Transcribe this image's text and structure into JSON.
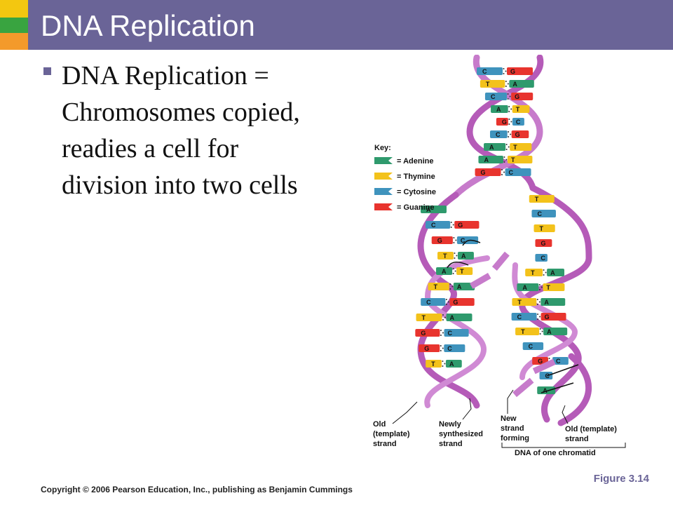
{
  "slide": {
    "title": "DNA Replication",
    "bullet_lines": [
      "DNA Replication =",
      "Chromosomes copied,",
      "readies a cell for",
      "division into two cells"
    ]
  },
  "figure": {
    "key": {
      "title": "Key:",
      "items": [
        {
          "label": "= Adenine",
          "letter": "A",
          "color": "#2f9a6d"
        },
        {
          "label": "= Thymine",
          "letter": "T",
          "color": "#f3c21b"
        },
        {
          "label": "= Cytosine",
          "letter": "C",
          "color": "#3f93bd"
        },
        {
          "label": "= Guanine",
          "letter": "G",
          "color": "#e8342e"
        }
      ]
    },
    "labels": {
      "old_template_left": [
        "Old",
        "(template)",
        "strand"
      ],
      "newly_synthesized": [
        "Newly",
        "synthesized",
        "strand"
      ],
      "new_strand_forming": [
        "New",
        "strand",
        "forming"
      ],
      "old_template_right": [
        "Old (template)",
        "strand"
      ],
      "chromatid": "DNA of one chromatid"
    },
    "strand_color": "#b55bb8",
    "top_pairs": [
      [
        "C",
        "G"
      ],
      [
        "T",
        "A"
      ],
      [
        "C",
        "G"
      ],
      [
        "A",
        "T"
      ],
      [
        "G",
        "C"
      ],
      [
        "C",
        "G"
      ],
      [
        "A",
        "T"
      ],
      [
        "A",
        "T"
      ],
      [
        "G",
        "C"
      ]
    ],
    "left_pairs": [
      [
        "A",
        ""
      ],
      [
        "C",
        "G"
      ],
      [
        "G",
        "C"
      ],
      [
        "T",
        "A"
      ],
      [
        "A",
        "T"
      ],
      [
        "T",
        "A"
      ],
      [
        "C",
        "G"
      ],
      [
        "T",
        "A"
      ],
      [
        "G",
        "C"
      ],
      [
        "G",
        "C"
      ],
      [
        "T",
        "A"
      ]
    ],
    "right_pairs": [
      [
        "T",
        ""
      ],
      [
        "C",
        ""
      ],
      [
        "T",
        ""
      ],
      [
        "G",
        ""
      ],
      [
        "C",
        ""
      ],
      [
        "T",
        "A"
      ],
      [
        "A",
        "T"
      ],
      [
        "T",
        "A"
      ],
      [
        "C",
        "G"
      ],
      [
        "T",
        "A"
      ],
      [
        "C",
        ""
      ],
      [
        "G",
        "C"
      ],
      [
        "C",
        ""
      ],
      [
        "A",
        ""
      ]
    ],
    "figure_label": "Figure 3.14"
  },
  "footer": {
    "copyright": "Copyright © 2006 Pearson Education, Inc., publishing as Benjamin Cummings"
  }
}
